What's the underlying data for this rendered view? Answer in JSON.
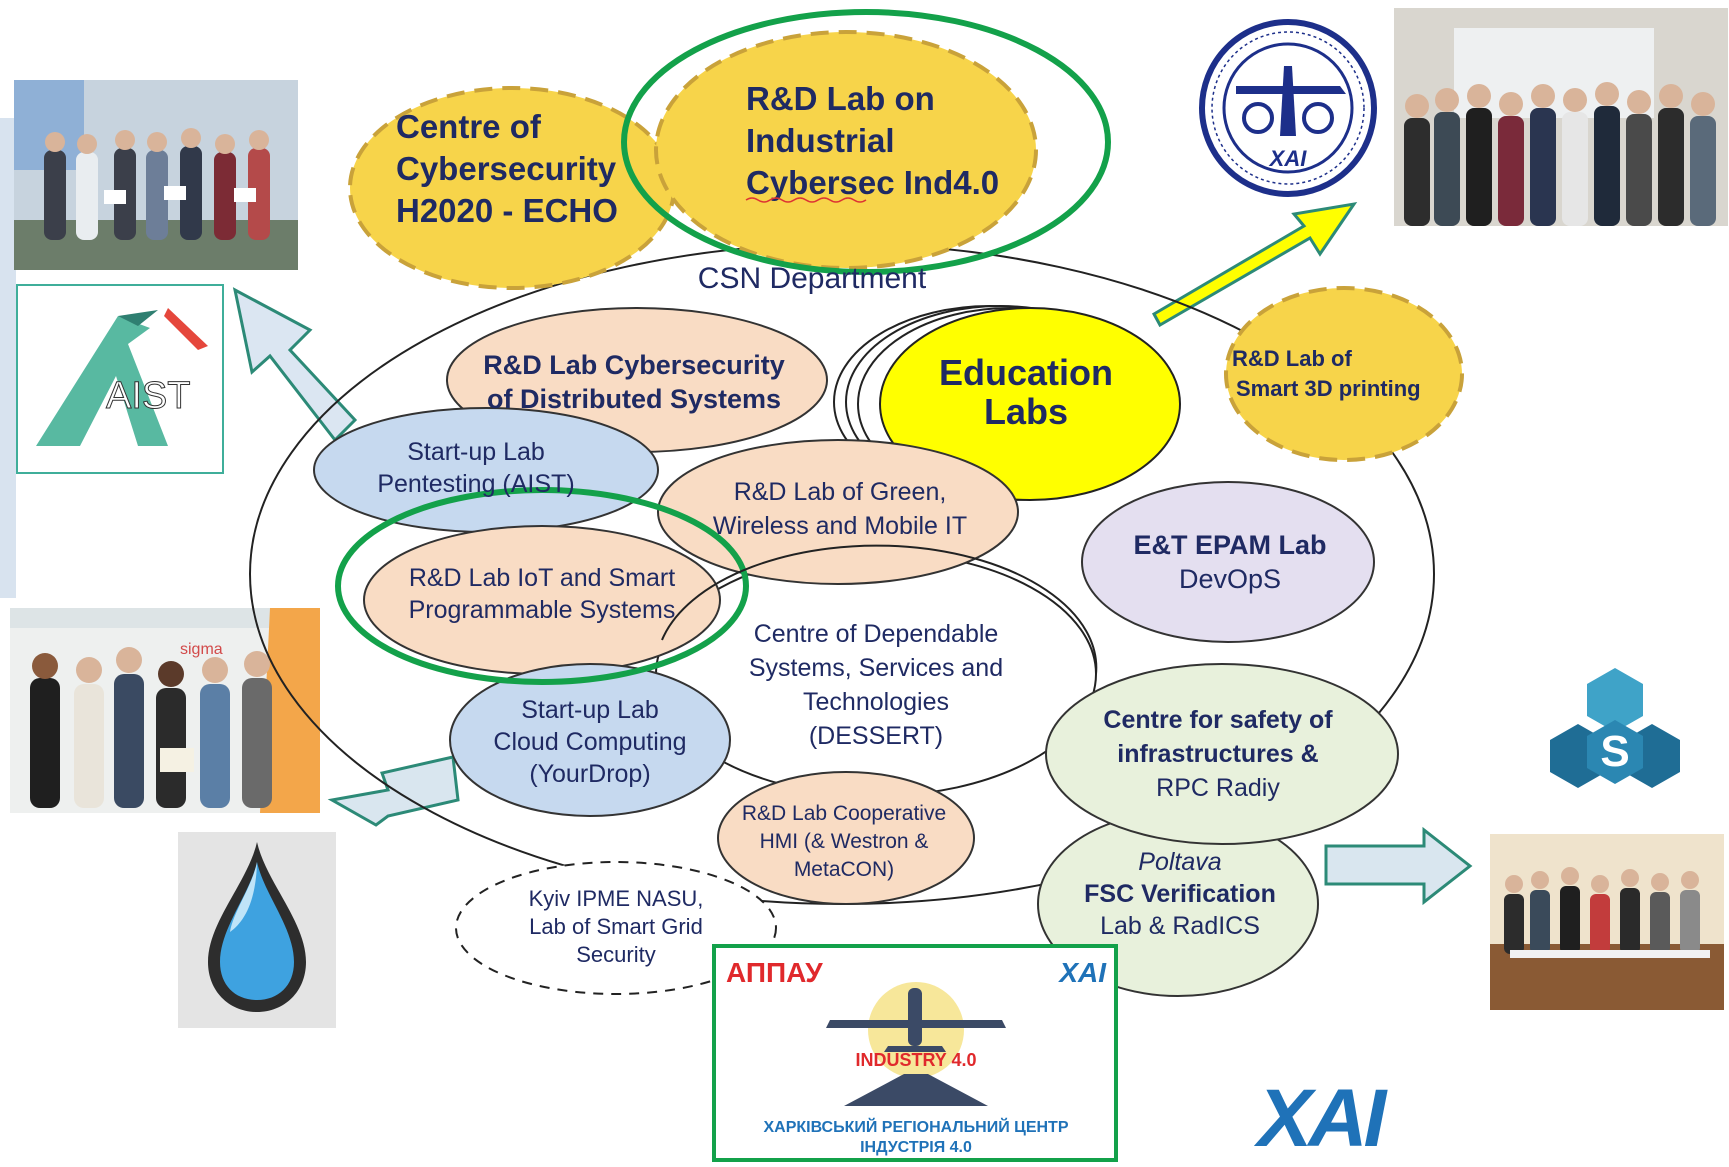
{
  "title": "CSN Department",
  "top_labs": {
    "centre_cybersecurity": [
      "Centre of",
      "Cybersecurity",
      "H2020 - ECHO"
    ],
    "industrial_cybersec": [
      "R&D Lab on",
      "Industrial",
      "Cybersec Ind4.0"
    ],
    "smart_3d": [
      "R&D Lab of",
      "Smart 3D printing"
    ]
  },
  "labs": {
    "distributed": [
      "R&D Lab Cybersecurity",
      "of Distributed Systems"
    ],
    "education": [
      "Education",
      "Labs"
    ],
    "pentesting": [
      "Start-up Lab",
      "Pentesting (AIST)"
    ],
    "green": [
      "R&D Lab of Green,",
      "Wireless and Mobile IT"
    ],
    "epam": [
      "E&T EPAM Lab",
      "DevOpS"
    ],
    "iot": [
      "R&D Lab  IoT and Smart",
      "Programmable Systems"
    ],
    "dessert": [
      "Centre of Dependable",
      "Systems, Services and",
      "Technologies",
      "(DESSERT)"
    ],
    "cloud": [
      "Start-up Lab",
      "Cloud Computing",
      "(YourDrop)"
    ],
    "safety": [
      "Centre for safety of",
      "infrastructures &",
      "RPC Radiy"
    ],
    "hmi": [
      "R&D Lab Cooperative",
      "HMI (& Westron &",
      "MetaCON)"
    ],
    "poltava": [
      "Poltava",
      "FSC Verification",
      "Lab & RadICS"
    ],
    "kyiv": [
      "Kyiv IPME NASU,",
      "Lab of Smart Grid",
      "Security"
    ]
  },
  "logos": {
    "aist": "AIST",
    "khai": "ХАІ",
    "sigma": "sigma",
    "s_logo": "S"
  },
  "industry_panel": {
    "appau": "АППАУ",
    "khai": "ХАІ",
    "industry": "INDUSTRY 4.0",
    "line1": "ХАРКІВСЬКИЙ РЕГІОНАЛЬНИЙ ЦЕНТР",
    "line2": "ІНДУСТРІЯ 4.0"
  },
  "colors": {
    "yellow_fill": "#f7d44a",
    "bright_yellow": "#ffff00",
    "peach_fill": "#f9dcc4",
    "blue_fill": "#c6d9ef",
    "lavender_fill": "#e4dff0",
    "mint_fill": "#e8f1dc",
    "green_highlight": "#13a14a",
    "teal_arrow": "#2c8a77",
    "navy_text": "#1f2a63",
    "khai_blue": "#1f72b8"
  }
}
